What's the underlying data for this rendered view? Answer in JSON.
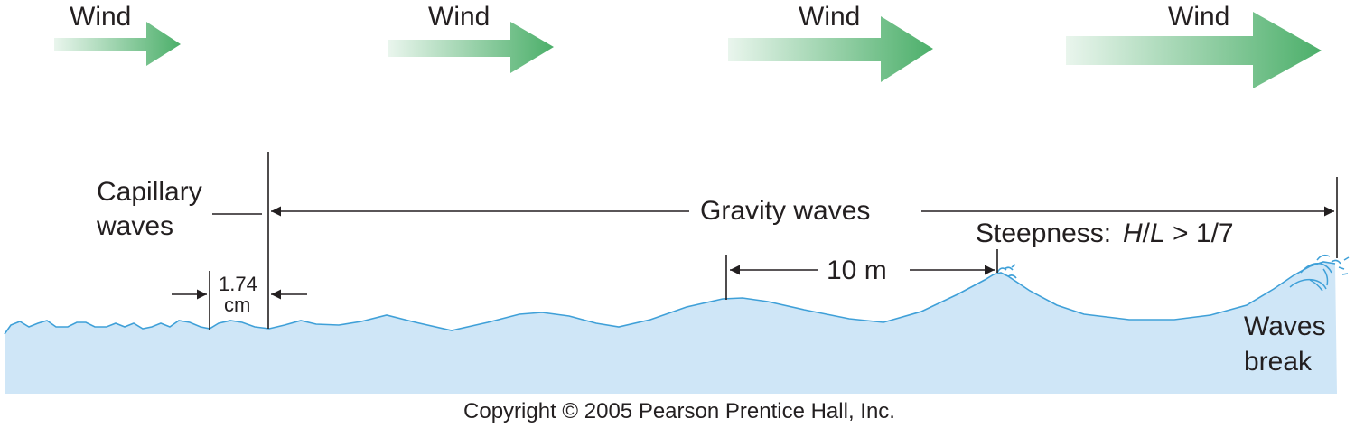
{
  "wind_arrows": [
    {
      "label": "Wind"
    },
    {
      "label": "Wind"
    },
    {
      "label": "Wind"
    },
    {
      "label": "Wind"
    }
  ],
  "labels": {
    "capillary_line1": "Capillary",
    "capillary_line2": "waves",
    "gravity": "Gravity waves",
    "steepness_prefix": "Steepness:",
    "steepness_h": "H",
    "steepness_slash": "/",
    "steepness_l": "L",
    "steepness_rel": " > 1/7",
    "cap_length_value": "1.74",
    "cap_length_unit": "cm",
    "wave_length": "10 m",
    "break_line1": "Waves",
    "break_line2": "break"
  },
  "copyright": "Copyright © 2005 Pearson Prentice Hall, Inc.",
  "colors": {
    "arrow": "#4caf6a",
    "water_fill": "#cfe6f7",
    "water_line": "#3fa0d8",
    "ink": "#231f20"
  }
}
